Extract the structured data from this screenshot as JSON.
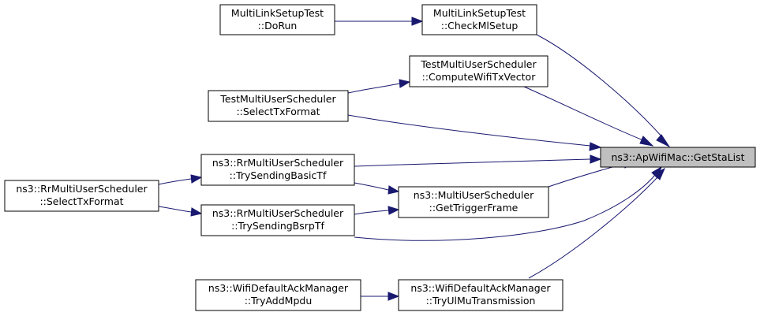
{
  "nodes": {
    "get_sta_list": [
      "ns3::ApWifiMac::GetStaList"
    ],
    "check_ml_setup": [
      "MultiLinkSetupTest",
      "::CheckMlSetup"
    ],
    "do_run": [
      "MultiLinkSetupTest",
      "::DoRun"
    ],
    "compute_wifi_tx_vector": [
      "TestMultiUserScheduler",
      "::ComputeWifiTxVector"
    ],
    "test_select_tx_format": [
      "TestMultiUserScheduler",
      "::SelectTxFormat"
    ],
    "try_sending_basic_tf": [
      "ns3::RrMultiUserScheduler",
      "::TrySendingBasicTf"
    ],
    "rr_select_tx_format": [
      "ns3::RrMultiUserScheduler",
      "::SelectTxFormat"
    ],
    "try_sending_bsrp_tf": [
      "ns3::RrMultiUserScheduler",
      "::TrySendingBsrpTf"
    ],
    "get_trigger_frame": [
      "ns3::MultiUserScheduler",
      "::GetTriggerFrame"
    ],
    "try_ul_mu_transmission": [
      "ns3::WifiDefaultAckManager",
      "::TryUlMuTransmission"
    ],
    "try_add_mpdu": [
      "ns3::WifiDefaultAckManager",
      "::TryAddMpdu"
    ]
  },
  "edges": [
    [
      "do_run",
      "check_ml_setup"
    ],
    [
      "check_ml_setup",
      "get_sta_list"
    ],
    [
      "test_select_tx_format",
      "compute_wifi_tx_vector"
    ],
    [
      "compute_wifi_tx_vector",
      "get_sta_list"
    ],
    [
      "test_select_tx_format",
      "get_sta_list"
    ],
    [
      "try_sending_basic_tf",
      "get_sta_list"
    ],
    [
      "rr_select_tx_format",
      "try_sending_basic_tf"
    ],
    [
      "rr_select_tx_format",
      "try_sending_bsrp_tf"
    ],
    [
      "try_sending_basic_tf",
      "get_trigger_frame"
    ],
    [
      "try_sending_bsrp_tf",
      "get_trigger_frame"
    ],
    [
      "get_trigger_frame",
      "get_sta_list"
    ],
    [
      "try_sending_bsrp_tf",
      "get_sta_list"
    ],
    [
      "try_ul_mu_transmission",
      "get_sta_list"
    ],
    [
      "try_add_mpdu",
      "try_ul_mu_transmission"
    ]
  ],
  "colors": {
    "edge": "#191970",
    "focus_fill": "#bfbfbf",
    "node_fill": "#ffffff",
    "border": "#000000"
  }
}
